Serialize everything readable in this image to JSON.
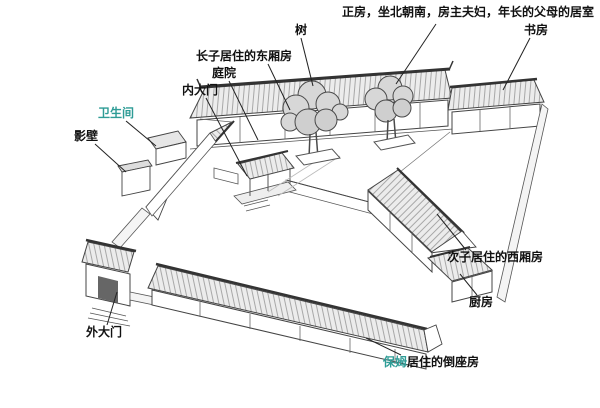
{
  "diagram": {
    "type": "labeled-architecture-diagram",
    "subject": "siheyuan-courtyard-house-axonometric",
    "colors": {
      "background": "#ffffff",
      "line": "#444444",
      "roof_fill": "#ececec",
      "hatch": "#a0a0a0",
      "label_text": "#111111",
      "accent_teal": "#2e9c96"
    },
    "labels": {
      "main_hall": "正房，坐北朝南，房主夫妇，年长的父母的居室",
      "study": "书房",
      "tree": "树",
      "east_wing": "长子居住的东厢房",
      "courtyard": "庭院",
      "inner_gate": "内大门",
      "bathroom": "卫生间",
      "screen_wall": "影壁",
      "outer_gate": "外大门",
      "west_wing": "次子居住的西厢房",
      "kitchen": "厨房",
      "nanny": "保姆",
      "reversed_house": "居住的倒座房"
    }
  }
}
